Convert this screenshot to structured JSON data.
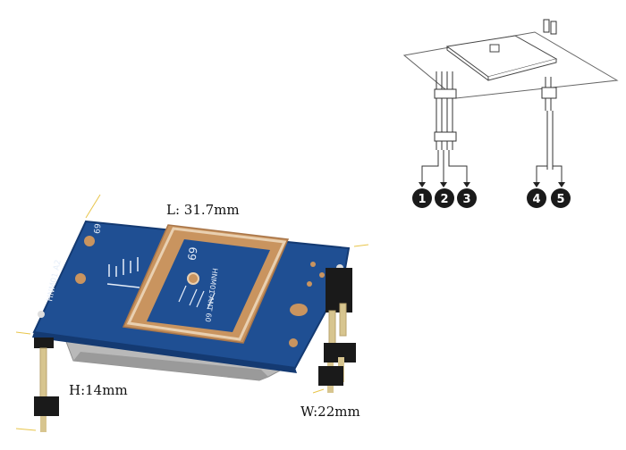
{
  "image": {
    "dimension_labels": {
      "length": "L: 31.7mm",
      "height": "H:14mm",
      "width": "W:22mm"
    },
    "pin_numbers": [
      "1",
      "2",
      "3",
      "4",
      "5"
    ],
    "board_text": {
      "model": "HNM01 A2",
      "corner_code": "69",
      "antenna_label": "HNM01-ANT 60",
      "antenna_code": "69"
    },
    "colors": {
      "pcb_blue": "#1f4f93",
      "pcb_blue_dark": "#143a72",
      "copper": "#c9945f",
      "shield_metal": "#b9b9b9",
      "pin_gold": "#d7c58f",
      "pin_black": "#1a1a1a",
      "pin_marker": "#1a1a1a",
      "guide_yellow": "#e8c54a"
    },
    "icons": [
      "circle-number-icon",
      "arrow-down-icon"
    ]
  }
}
